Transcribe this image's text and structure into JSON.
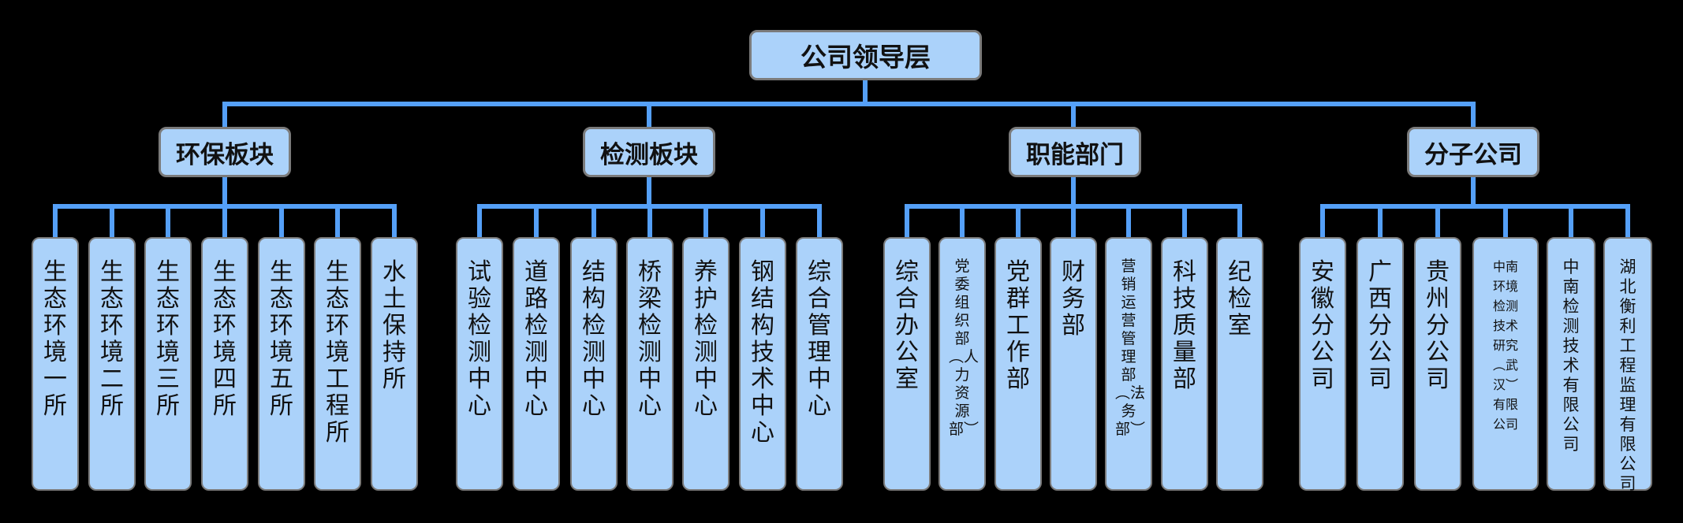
{
  "root": {
    "label": "公司领导层"
  },
  "groups": [
    {
      "label": "环保板块",
      "children": [
        {
          "label": "生态环境一所"
        },
        {
          "label": "生态环境二所"
        },
        {
          "label": "生态环境三所"
        },
        {
          "label": "生态环境四所"
        },
        {
          "label": "生态环境五所"
        },
        {
          "label": "生态环境工程所"
        },
        {
          "label": "水土保持所"
        }
      ]
    },
    {
      "label": "检测板块",
      "children": [
        {
          "label": "试验检测中心"
        },
        {
          "label": "道路检测中心"
        },
        {
          "label": "结构检测中心"
        },
        {
          "label": "桥梁检测中心"
        },
        {
          "label": "养护检测中心"
        },
        {
          "label": "钢结构技术中心"
        },
        {
          "label": "综合管理中心"
        }
      ]
    },
    {
      "label": "职能部门",
      "children": [
        {
          "label": "综合办公室"
        },
        {
          "label": "党委组织部︵人力资源部︶"
        },
        {
          "label": "党群工作部"
        },
        {
          "label": "财务部"
        },
        {
          "label": "营销运营管理部︵法务部︶"
        },
        {
          "label": "科技质量部"
        },
        {
          "label": "纪检室"
        }
      ]
    },
    {
      "label": "分子公司",
      "children": [
        {
          "label": "安徽分公司"
        },
        {
          "label": "广西分公司"
        },
        {
          "label": "贵州分公司"
        },
        {
          "label": "中南环境检测技术研究︵武汉︶有限公司"
        },
        {
          "label": "中南检测技术有限公司"
        },
        {
          "label": "湖北衡利工程监理有限公司"
        }
      ]
    }
  ],
  "colors": {
    "background": "#000000",
    "node_fill": "#abd2fa",
    "node_border": "#7b7b7b",
    "connector": "#55a0f8",
    "text": "#111111"
  }
}
